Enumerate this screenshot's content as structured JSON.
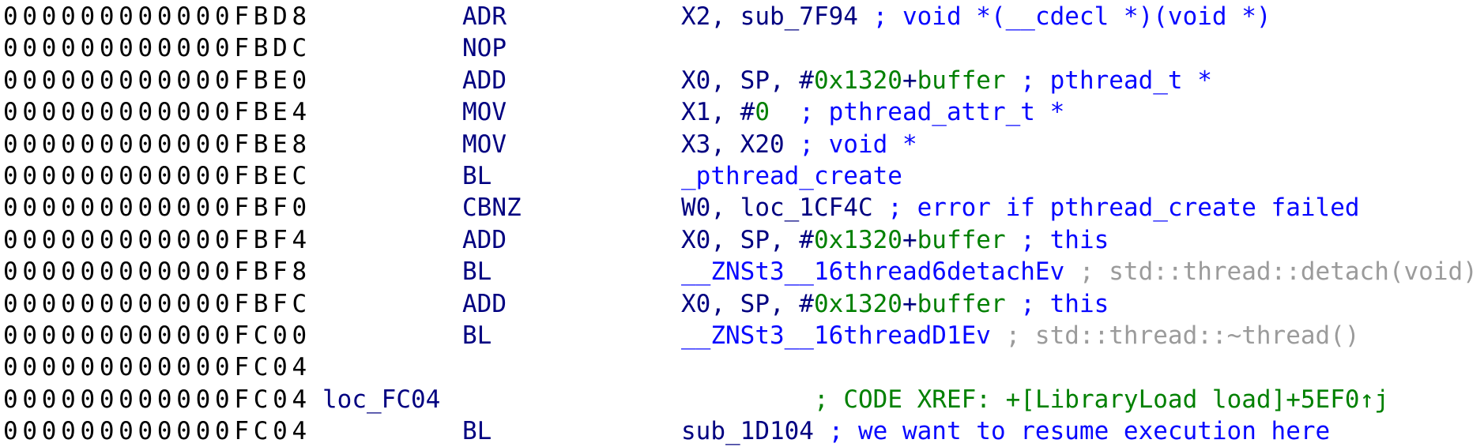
{
  "app": "disassembly-listing",
  "colors": {
    "addr": "#000000",
    "code": "#000080",
    "num": "#008000",
    "comment": "#0808ff",
    "name": "#0808ff",
    "demangled": "#9b9b9b",
    "xref": "#008000",
    "background": "#ffffff"
  },
  "listing": {
    "lines": [
      {
        "addr": "000000000000FBD8",
        "mnemonic": "ADR",
        "body": [
          {
            "t": "X2, sub_7F94 ",
            "s": "code"
          },
          {
            "t": "; void *(__cdecl *)(void *)",
            "s": "comment"
          }
        ]
      },
      {
        "addr": "000000000000FBDC",
        "mnemonic": "NOP",
        "body": []
      },
      {
        "addr": "000000000000FBE0",
        "mnemonic": "ADD",
        "body": [
          {
            "t": "X0, SP, #",
            "s": "code"
          },
          {
            "t": "0x1320",
            "s": "num"
          },
          {
            "t": "+",
            "s": "code"
          },
          {
            "t": "buffer",
            "s": "num"
          },
          {
            "t": " ",
            "s": "code"
          },
          {
            "t": "; pthread_t *",
            "s": "comment"
          }
        ]
      },
      {
        "addr": "000000000000FBE4",
        "mnemonic": "MOV",
        "body": [
          {
            "t": "X1, #",
            "s": "code"
          },
          {
            "t": "0",
            "s": "num"
          },
          {
            "t": "  ",
            "s": "code"
          },
          {
            "t": "; pthread_attr_t *",
            "s": "comment"
          }
        ]
      },
      {
        "addr": "000000000000FBE8",
        "mnemonic": "MOV",
        "body": [
          {
            "t": "X3, X20 ",
            "s": "code"
          },
          {
            "t": "; void *",
            "s": "comment"
          }
        ]
      },
      {
        "addr": "000000000000FBEC",
        "mnemonic": "BL",
        "body": [
          {
            "t": "_pthread_create",
            "s": "name"
          }
        ]
      },
      {
        "addr": "000000000000FBF0",
        "mnemonic": "CBNZ",
        "body": [
          {
            "t": "W0, loc_1CF4C ",
            "s": "code"
          },
          {
            "t": "; error if pthread_create failed",
            "s": "comment"
          }
        ]
      },
      {
        "addr": "000000000000FBF4",
        "mnemonic": "ADD",
        "body": [
          {
            "t": "X0, SP, #",
            "s": "code"
          },
          {
            "t": "0x1320",
            "s": "num"
          },
          {
            "t": "+",
            "s": "code"
          },
          {
            "t": "buffer",
            "s": "num"
          },
          {
            "t": " ",
            "s": "code"
          },
          {
            "t": "; this",
            "s": "comment"
          }
        ]
      },
      {
        "addr": "000000000000FBF8",
        "mnemonic": "BL",
        "body": [
          {
            "t": "__ZNSt3__16thread6detachEv ",
            "s": "name"
          },
          {
            "t": "; std::thread::detach(void)",
            "s": "demangled"
          }
        ]
      },
      {
        "addr": "000000000000FBFC",
        "mnemonic": "ADD",
        "body": [
          {
            "t": "X0, SP, #",
            "s": "code"
          },
          {
            "t": "0x1320",
            "s": "num"
          },
          {
            "t": "+",
            "s": "code"
          },
          {
            "t": "buffer",
            "s": "num"
          },
          {
            "t": " ",
            "s": "code"
          },
          {
            "t": "; this",
            "s": "comment"
          }
        ]
      },
      {
        "addr": "000000000000FC00",
        "mnemonic": "BL",
        "body": [
          {
            "t": "__ZNSt3__16threadD1Ev ",
            "s": "name"
          },
          {
            "t": "; std::thread::~thread()",
            "s": "demangled"
          }
        ]
      },
      {
        "addr": "000000000000FC04",
        "body": []
      },
      {
        "addr": "000000000000FC04",
        "label": "loc_FC04",
        "xref": "; CODE XREF: +[LibraryLoad load]+5EF0↑j",
        "body": []
      },
      {
        "addr": "000000000000FC04",
        "mnemonic": "BL",
        "body": [
          {
            "t": "sub_1D104 ",
            "s": "code"
          },
          {
            "t": "; we want to resume execution here",
            "s": "comment"
          }
        ]
      }
    ]
  }
}
